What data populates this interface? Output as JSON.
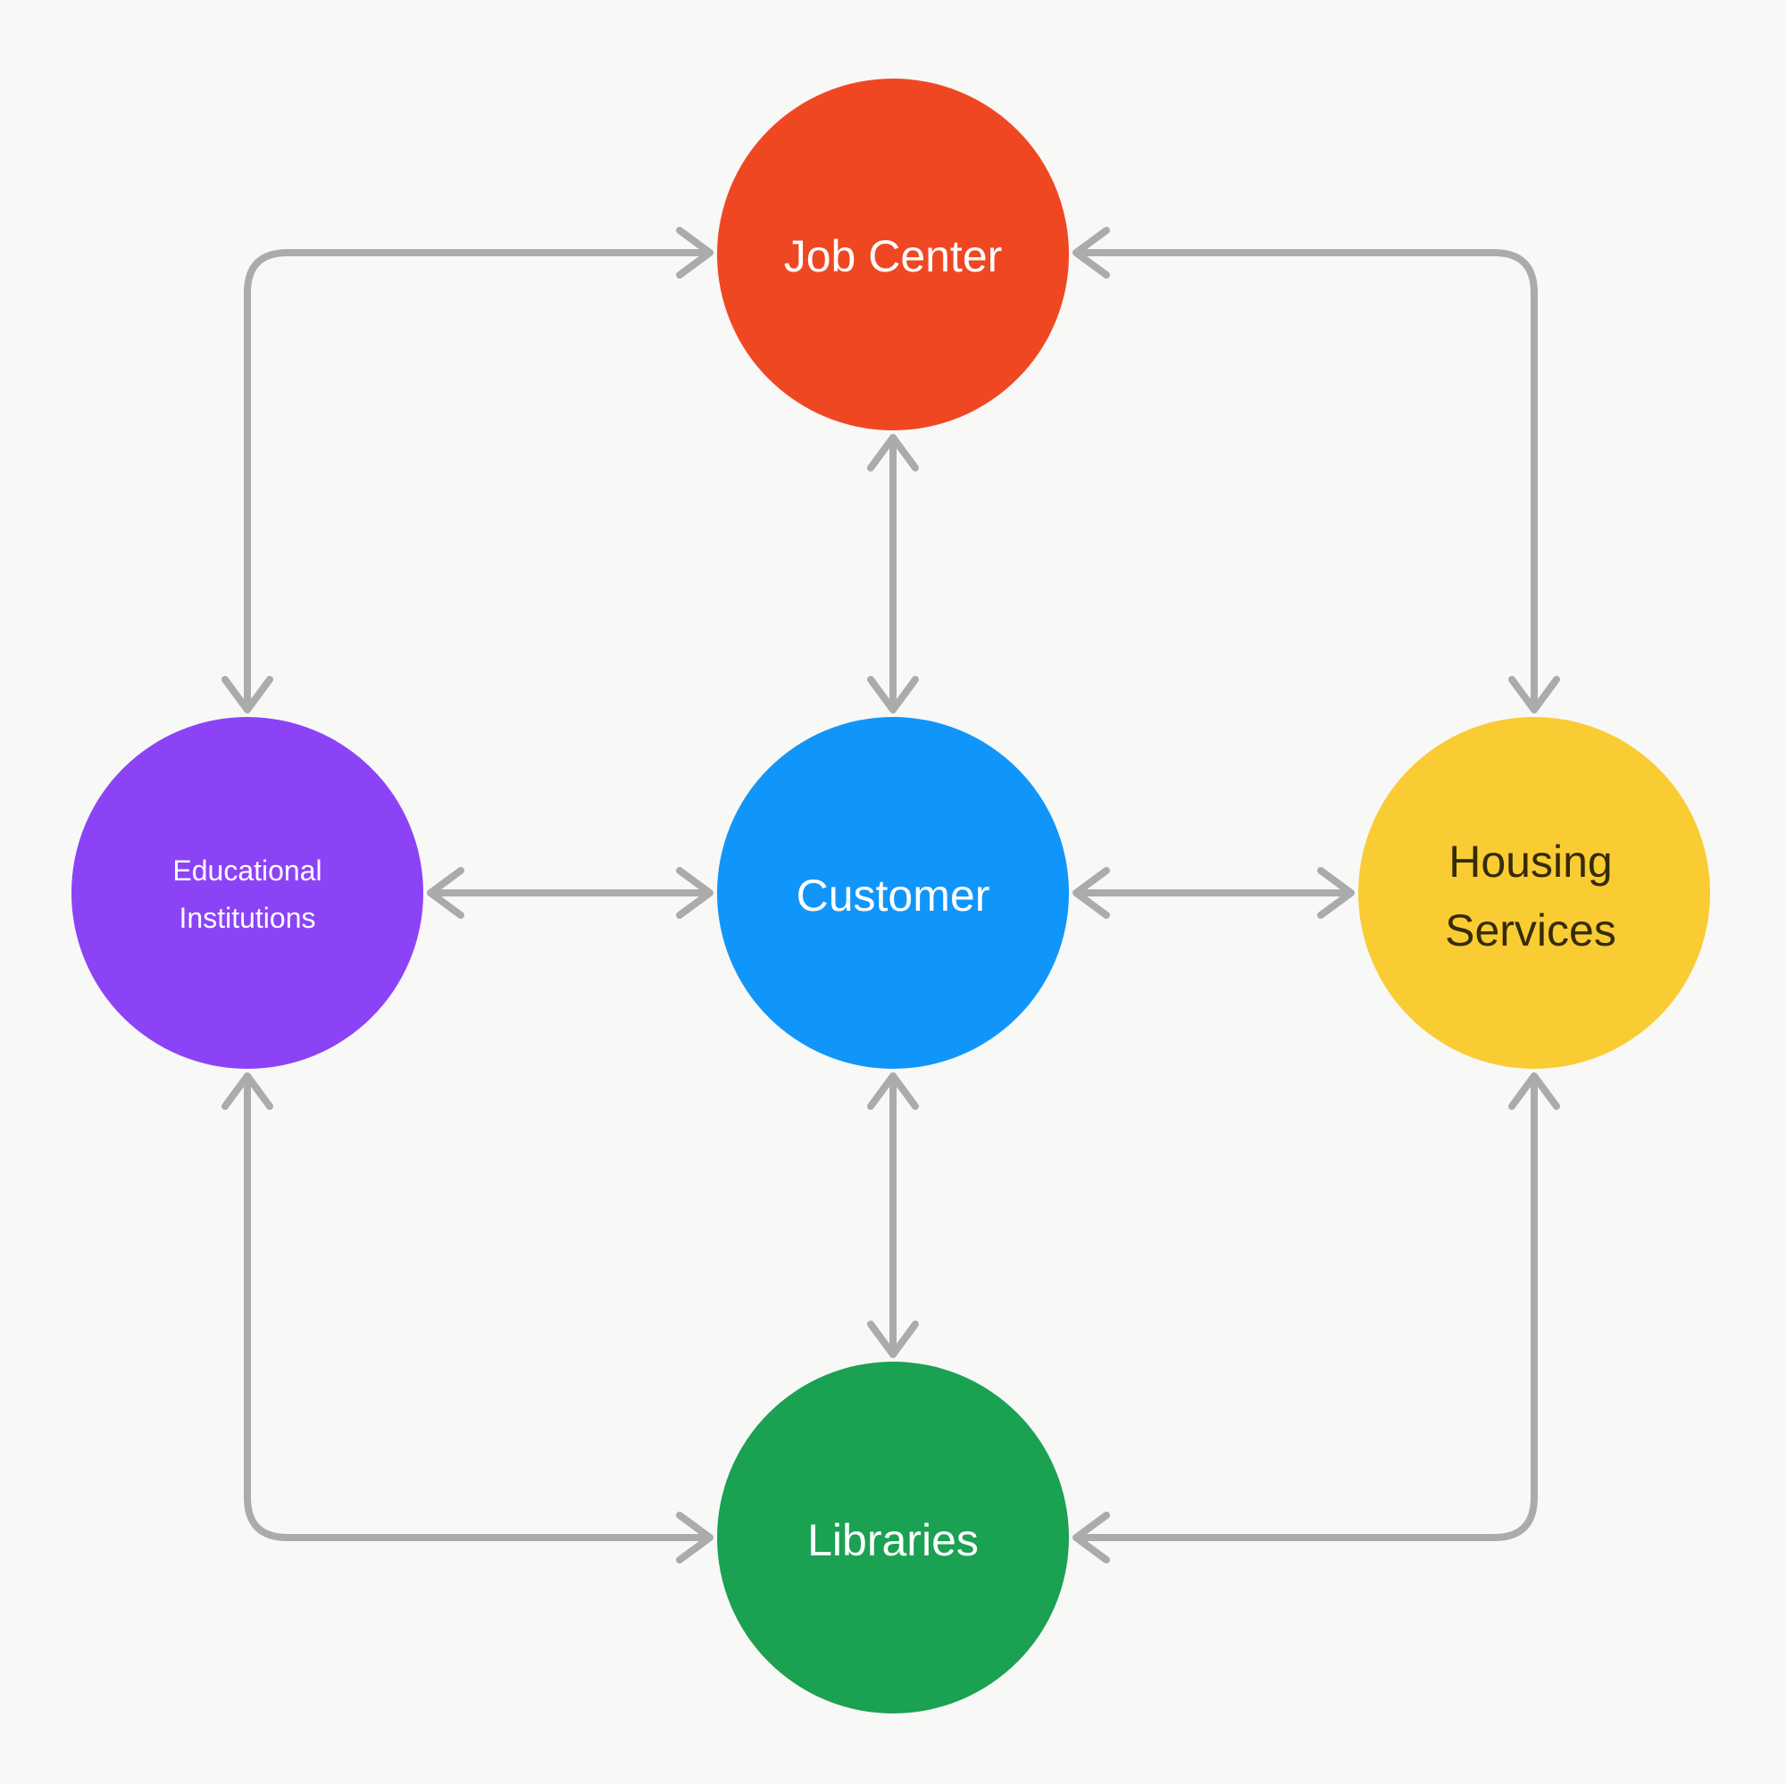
{
  "diagram": {
    "background_color": "#F8F8F7",
    "connector_color": "#ABABAB",
    "nodes": [
      {
        "id": "job-center",
        "label": "Job Center",
        "color": "#F04723",
        "text_color": "#FFFFFF"
      },
      {
        "id": "customer",
        "label": "Customer",
        "color": "#1096FA",
        "text_color": "#FFFFFF"
      },
      {
        "id": "educational-institutions",
        "label": "Educational Institutions",
        "lines": [
          "Educational",
          "Institutions"
        ],
        "color": "#8C43F6",
        "text_color": "#FFFFFF"
      },
      {
        "id": "housing-services",
        "label": "Housing Services",
        "lines": [
          "Housing",
          "Services"
        ],
        "color": "#FACC33",
        "text_color": "#362B07"
      },
      {
        "id": "libraries",
        "label": "Libraries",
        "color": "#1AA152",
        "text_color": "#FFFFFF"
      }
    ],
    "connectors": [
      {
        "from": "customer",
        "to": "job-center",
        "style": "straight",
        "bidirectional": true
      },
      {
        "from": "customer",
        "to": "educational-institutions",
        "style": "straight",
        "bidirectional": true
      },
      {
        "from": "customer",
        "to": "housing-services",
        "style": "straight",
        "bidirectional": true
      },
      {
        "from": "customer",
        "to": "libraries",
        "style": "straight",
        "bidirectional": true
      },
      {
        "from": "educational-institutions",
        "to": "job-center",
        "style": "elbow",
        "bidirectional": true
      },
      {
        "from": "housing-services",
        "to": "job-center",
        "style": "elbow",
        "bidirectional": true
      },
      {
        "from": "libraries",
        "to": "educational-institutions",
        "style": "elbow",
        "bidirectional": true
      },
      {
        "from": "libraries",
        "to": "housing-services",
        "style": "elbow",
        "bidirectional": true
      }
    ]
  }
}
